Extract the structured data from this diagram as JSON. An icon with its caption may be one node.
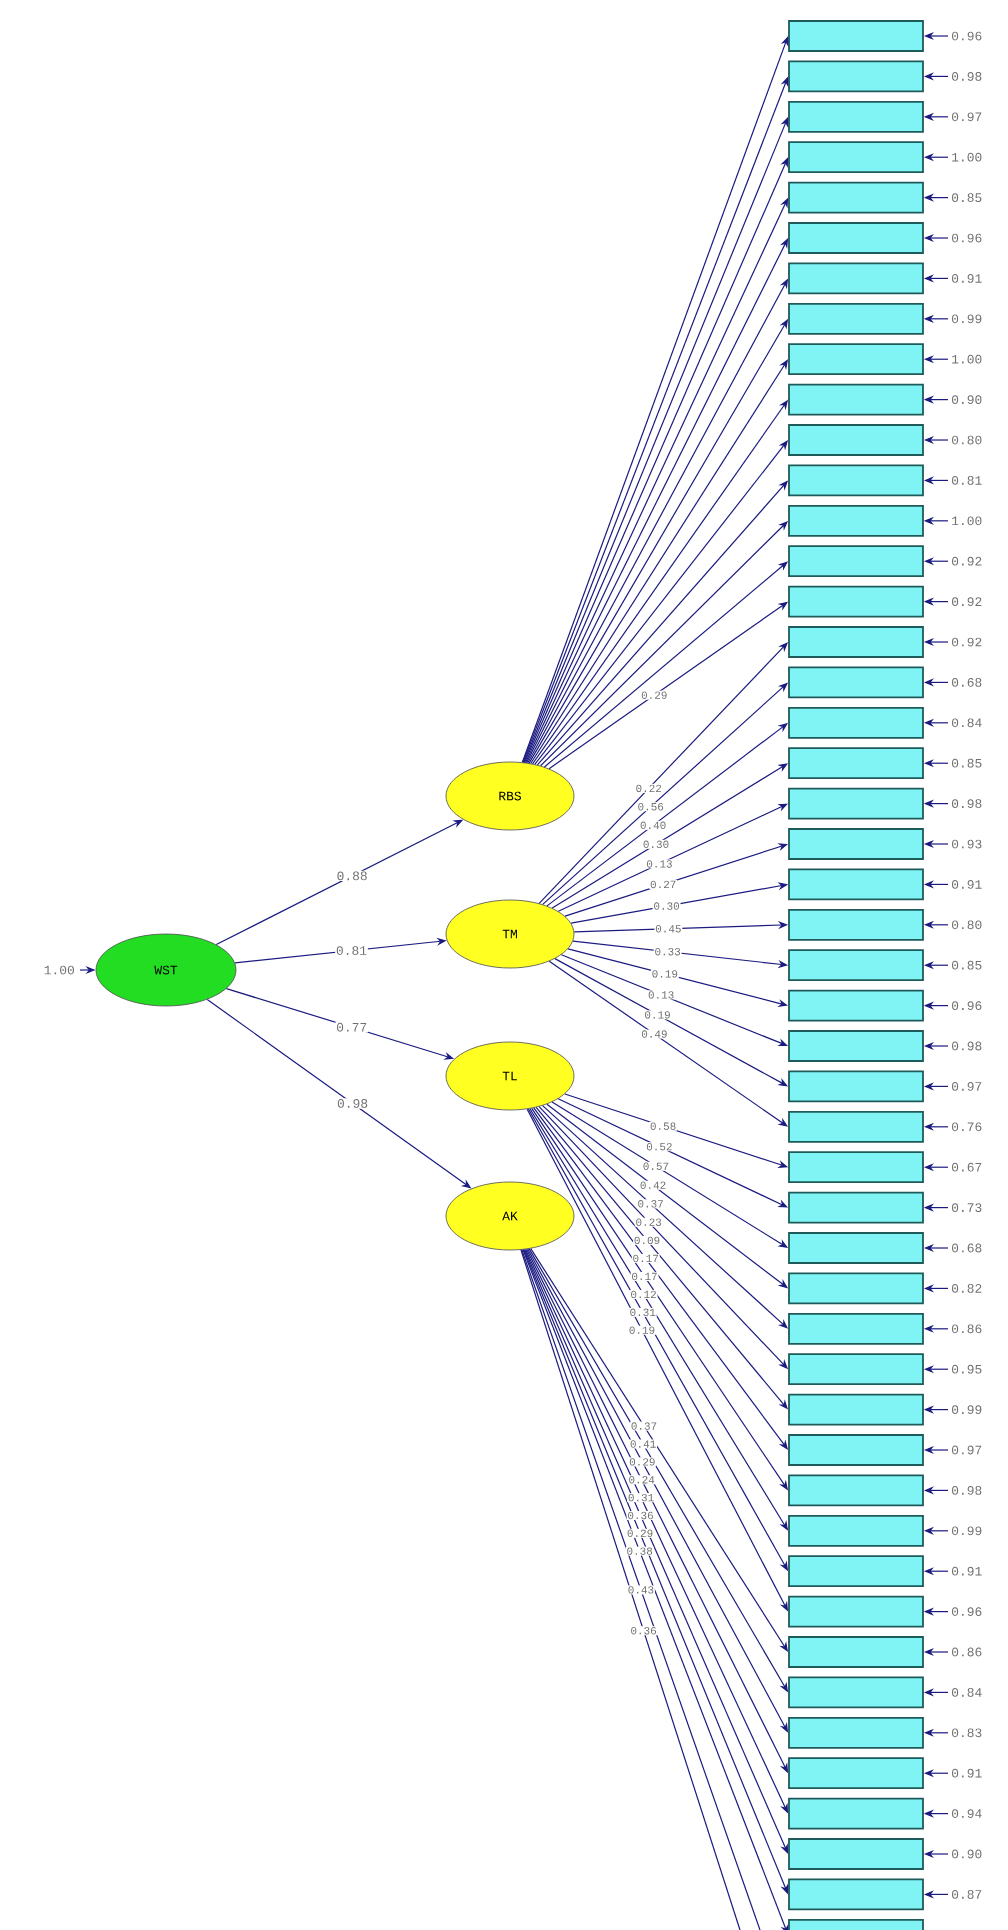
{
  "diagram": {
    "nodes": [
      {
        "text": [
          "WST"
        ]
      },
      {
        "text": [
          "RBS"
        ]
      },
      {
        "text": [
          "TM"
        ]
      },
      {
        "text": [
          "TL"
        ]
      },
      {
        "text": [
          "AK"
        ]
      },
      {
        "text": [],
        "shape": "box"
      },
      {
        "text": [],
        "shape": "box"
      },
      {
        "text": [],
        "shape": "box"
      },
      {
        "text": [],
        "shape": "box"
      },
      {
        "text": [],
        "shape": "box"
      },
      {
        "text": [],
        "shape": "box"
      },
      {
        "text": [],
        "shape": "box"
      },
      {
        "text": [],
        "shape": "box"
      },
      {
        "text": [],
        "shape": "box"
      },
      {
        "text": [],
        "shape": "box"
      },
      {
        "text": [],
        "shape": "box"
      },
      {
        "text": [],
        "shape": "box"
      },
      {
        "text": [],
        "shape": "box"
      },
      {
        "text": [],
        "shape": "box"
      },
      {
        "text": [],
        "shape": "box"
      },
      {
        "text": [],
        "shape": "box"
      },
      {
        "text": [],
        "shape": "box"
      },
      {
        "text": [],
        "shape": "box"
      },
      {
        "text": [],
        "shape": "box"
      },
      {
        "text": [],
        "shape": "box"
      },
      {
        "text": [],
        "shape": "box"
      },
      {
        "text": [],
        "shape": "box"
      },
      {
        "text": [],
        "shape": "box"
      },
      {
        "text": [],
        "shape": "box"
      },
      {
        "text": [],
        "shape": "box"
      },
      {
        "text": [],
        "shape": "box"
      },
      {
        "text": [],
        "shape": "box"
      },
      {
        "text": [],
        "shape": "box"
      },
      {
        "text": [],
        "shape": "box"
      },
      {
        "text": [],
        "shape": "box"
      },
      {
        "text": [],
        "shape": "box"
      },
      {
        "text": [],
        "shape": "box"
      },
      {
        "text": [],
        "shape": "box"
      },
      {
        "text": [],
        "shape": "box"
      },
      {
        "text": [],
        "shape": "box"
      },
      {
        "text": [],
        "shape": "box"
      },
      {
        "text": [],
        "shape": "box"
      },
      {
        "text": [],
        "shape": "box"
      },
      {
        "text": [],
        "shape": "box"
      },
      {
        "text": [],
        "shape": "box"
      },
      {
        "text": [],
        "shape": "box"
      },
      {
        "text": [],
        "shape": "box"
      },
      {
        "text": [],
        "shape": "box"
      },
      {
        "text": [],
        "shape": "box"
      },
      {
        "text": [],
        "shape": "box"
      },
      {
        "text": [],
        "shape": "box"
      },
      {
        "text": [],
        "shape": "box"
      },
      {
        "text": [],
        "shape": "box"
      }
    ],
    "edges": [
      {
        "from": null,
        "to": 0,
        "arrow": "to",
        "label": "1.00"
      },
      {
        "from": 0,
        "to": 1,
        "arrow": "to",
        "label": "0.88"
      },
      {
        "from": 0,
        "to": 2,
        "arrow": "to",
        "label": "0.81"
      },
      {
        "from": 0,
        "to": 3,
        "arrow": "to",
        "label": "0.77"
      },
      {
        "from": 0,
        "to": 4,
        "arrow": "to",
        "label": "0.98"
      },
      {
        "from": 1,
        "to": 5,
        "arrow": "to"
      },
      {
        "from": 1,
        "to": 6,
        "arrow": "to"
      },
      {
        "from": 1,
        "to": 7,
        "arrow": "to"
      },
      {
        "from": 1,
        "to": 8,
        "arrow": "to"
      },
      {
        "from": 1,
        "to": 9,
        "arrow": "to"
      },
      {
        "from": 1,
        "to": 10,
        "arrow": "to"
      },
      {
        "from": 1,
        "to": 11,
        "arrow": "to"
      },
      {
        "from": 1,
        "to": 12,
        "arrow": "to"
      },
      {
        "from": 1,
        "to": 13,
        "arrow": "to"
      },
      {
        "from": 1,
        "to": 14,
        "arrow": "to"
      },
      {
        "from": 1,
        "to": 15,
        "arrow": "to"
      },
      {
        "from": 1,
        "to": 16,
        "arrow": "to"
      },
      {
        "from": 1,
        "to": 17,
        "arrow": "to"
      },
      {
        "from": 1,
        "to": 18,
        "arrow": "to"
      },
      {
        "from": 1,
        "to": 19,
        "arrow": "to",
        "label": "0.29"
      },
      {
        "from": 2,
        "to": 20,
        "arrow": "to",
        "label": "0.22"
      },
      {
        "from": 2,
        "to": 21,
        "arrow": "to",
        "label": "0.56"
      },
      {
        "from": 2,
        "to": 22,
        "arrow": "to",
        "label": "0.40"
      },
      {
        "from": 2,
        "to": 23,
        "arrow": "to",
        "label": "0.30"
      },
      {
        "from": 2,
        "to": 24,
        "arrow": "to",
        "label": "0.13"
      },
      {
        "from": 2,
        "to": 25,
        "arrow": "to",
        "label": "0.27"
      },
      {
        "from": 2,
        "to": 26,
        "arrow": "to",
        "label": "0.30"
      },
      {
        "from": 2,
        "to": 27,
        "arrow": "to",
        "label": "0.45"
      },
      {
        "from": 2,
        "to": 28,
        "arrow": "to",
        "label": "0.33"
      },
      {
        "from": 2,
        "to": 29,
        "arrow": "to",
        "label": "0.19"
      },
      {
        "from": 2,
        "to": 30,
        "arrow": "to",
        "label": "0.13"
      },
      {
        "from": 2,
        "to": 31,
        "arrow": "to",
        "label": "0.19"
      },
      {
        "from": 2,
        "to": 32,
        "arrow": "to",
        "label": "0.49"
      },
      {
        "from": 3,
        "to": 33,
        "arrow": "to",
        "label": "0.58"
      },
      {
        "from": 3,
        "to": 34,
        "arrow": "to",
        "label": "0.52"
      },
      {
        "from": 3,
        "to": 35,
        "arrow": "to",
        "label": "0.57"
      },
      {
        "from": 3,
        "to": 36,
        "arrow": "to",
        "label": "0.42"
      },
      {
        "from": 3,
        "to": 37,
        "arrow": "to",
        "label": "0.37"
      },
      {
        "from": 3,
        "to": 38,
        "arrow": "to",
        "label": "0.23"
      },
      {
        "from": 3,
        "to": 39,
        "arrow": "to",
        "label": "0.09"
      },
      {
        "from": 3,
        "to": 40,
        "arrow": "to",
        "label": "0.17"
      },
      {
        "from": 3,
        "to": 41,
        "arrow": "to",
        "label": "0.17"
      },
      {
        "from": 3,
        "to": 42,
        "arrow": "to",
        "label": "0.12"
      },
      {
        "from": 3,
        "to": 43,
        "arrow": "to",
        "label": "0.31"
      },
      {
        "from": 3,
        "to": 44,
        "arrow": "to",
        "label": "0.19"
      },
      {
        "from": 4,
        "to": 45,
        "arrow": "to",
        "label": "0.37"
      },
      {
        "from": 4,
        "to": 46,
        "arrow": "to",
        "label": "0.41"
      },
      {
        "from": 4,
        "to": 47,
        "arrow": "to",
        "label": "0.29"
      },
      {
        "from": 4,
        "to": 48,
        "arrow": "to",
        "label": "0.24"
      },
      {
        "from": 4,
        "to": 49,
        "arrow": "to",
        "label": "0.31"
      },
      {
        "from": 4,
        "to": 50,
        "arrow": "to",
        "label": "0.36"
      },
      {
        "from": 4,
        "to": 51,
        "arrow": "to",
        "label": "0.29"
      },
      {
        "from": 4,
        "to": 52,
        "arrow": "to",
        "label": "0.38"
      },
      {
        "from": 4,
        "to": null,
        "arrow": "none",
        "label": "0.43"
      },
      {
        "from": 4,
        "to": null,
        "arrow": "none",
        "label": "0.36"
      },
      {
        "from": null,
        "to": 5,
        "arrow": "to",
        "label": "0.96"
      },
      {
        "from": null,
        "to": 6,
        "arrow": "to",
        "label": "0.98"
      },
      {
        "from": null,
        "to": 7,
        "arrow": "to",
        "label": "0.97"
      },
      {
        "from": null,
        "to": 8,
        "arrow": "to",
        "label": "1.00"
      },
      {
        "from": null,
        "to": 9,
        "arrow": "to",
        "label": "0.85"
      },
      {
        "from": null,
        "to": 10,
        "arrow": "to",
        "label": "0.96"
      },
      {
        "from": null,
        "to": 11,
        "arrow": "to",
        "label": "0.91"
      },
      {
        "from": null,
        "to": 12,
        "arrow": "to",
        "label": "0.99"
      },
      {
        "from": null,
        "to": 13,
        "arrow": "to",
        "label": "1.00"
      },
      {
        "from": null,
        "to": 14,
        "arrow": "to",
        "label": "0.90"
      },
      {
        "from": null,
        "to": 15,
        "arrow": "to",
        "label": "0.80"
      },
      {
        "from": null,
        "to": 16,
        "arrow": "to",
        "label": "0.81"
      },
      {
        "from": null,
        "to": 17,
        "arrow": "to",
        "label": "1.00"
      },
      {
        "from": null,
        "to": 18,
        "arrow": "to",
        "label": "0.92"
      },
      {
        "from": null,
        "to": 19,
        "arrow": "to",
        "label": "0.92"
      },
      {
        "from": null,
        "to": 20,
        "arrow": "to",
        "label": "0.92"
      },
      {
        "from": null,
        "to": 21,
        "arrow": "to",
        "label": "0.68"
      },
      {
        "from": null,
        "to": 22,
        "arrow": "to",
        "label": "0.84"
      },
      {
        "from": null,
        "to": 23,
        "arrow": "to",
        "label": "0.85"
      },
      {
        "from": null,
        "to": 24,
        "arrow": "to",
        "label": "0.98"
      },
      {
        "from": null,
        "to": 25,
        "arrow": "to",
        "label": "0.93"
      },
      {
        "from": null,
        "to": 26,
        "arrow": "to",
        "label": "0.91"
      },
      {
        "from": null,
        "to": 27,
        "arrow": "to",
        "label": "0.80"
      },
      {
        "from": null,
        "to": 28,
        "arrow": "to",
        "label": "0.85"
      },
      {
        "from": null,
        "to": 29,
        "arrow": "to",
        "label": "0.96"
      },
      {
        "from": null,
        "to": 30,
        "arrow": "to",
        "label": "0.98"
      },
      {
        "from": null,
        "to": 31,
        "arrow": "to",
        "label": "0.97"
      },
      {
        "from": null,
        "to": 32,
        "arrow": "to",
        "label": "0.76"
      },
      {
        "from": null,
        "to": 33,
        "arrow": "to",
        "label": "0.67"
      },
      {
        "from": null,
        "to": 34,
        "arrow": "to",
        "label": "0.73"
      },
      {
        "from": null,
        "to": 35,
        "arrow": "to",
        "label": "0.68"
      },
      {
        "from": null,
        "to": 36,
        "arrow": "to",
        "label": "0.82"
      },
      {
        "from": null,
        "to": 37,
        "arrow": "to",
        "label": "0.86"
      },
      {
        "from": null,
        "to": 38,
        "arrow": "to",
        "label": "0.95"
      },
      {
        "from": null,
        "to": 39,
        "arrow": "to",
        "label": "0.99"
      },
      {
        "from": null,
        "to": 40,
        "arrow": "to",
        "label": "0.97"
      },
      {
        "from": null,
        "to": 41,
        "arrow": "to",
        "label": "0.98"
      },
      {
        "from": null,
        "to": 42,
        "arrow": "to",
        "label": "0.99"
      },
      {
        "from": null,
        "to": 43,
        "arrow": "to",
        "label": "0.91"
      },
      {
        "from": null,
        "to": 44,
        "arrow": "to",
        "label": "0.96"
      },
      {
        "from": null,
        "to": 45,
        "arrow": "to",
        "label": "0.86"
      },
      {
        "from": null,
        "to": 46,
        "arrow": "to",
        "label": "0.84"
      },
      {
        "from": null,
        "to": 47,
        "arrow": "to",
        "label": "0.83"
      },
      {
        "from": null,
        "to": 48,
        "arrow": "to",
        "label": "0.91"
      },
      {
        "from": null,
        "to": 49,
        "arrow": "to",
        "label": "0.94"
      },
      {
        "from": null,
        "to": 50,
        "arrow": "to",
        "label": "0.90"
      },
      {
        "from": null,
        "to": 51,
        "arrow": "to",
        "label": "0.87"
      }
    ]
  }
}
